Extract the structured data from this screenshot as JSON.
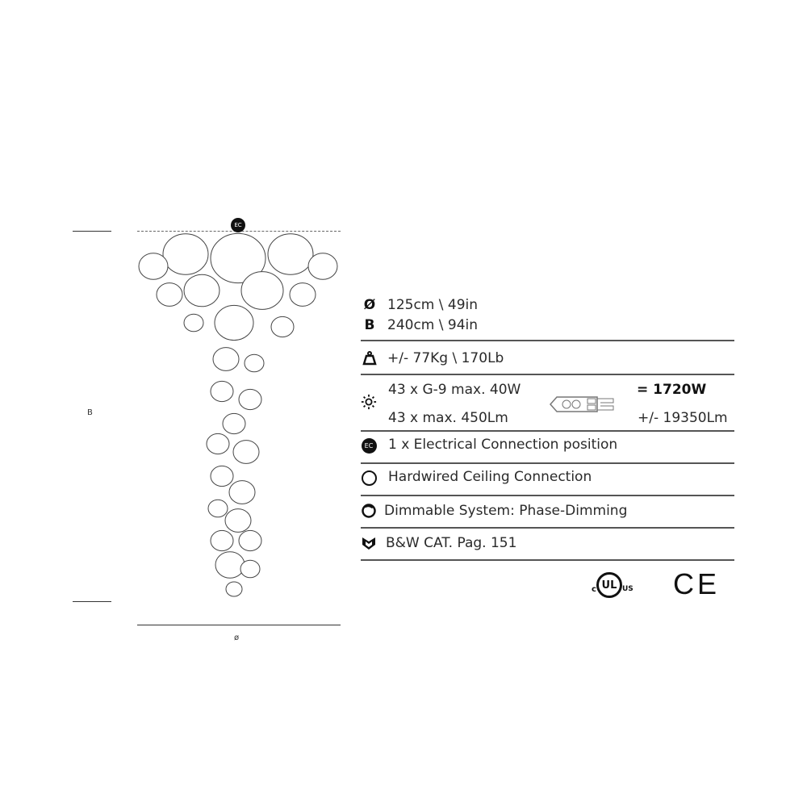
{
  "drawing": {
    "height_label": "B",
    "diameter_label": "ø",
    "ec_marker": "EC"
  },
  "specs": {
    "diameter": {
      "symbol": "Ø",
      "value": "125cm \\ 49in"
    },
    "height": {
      "symbol": "B",
      "value": "240cm \\ 94in"
    },
    "weight": {
      "icon": "weight-icon",
      "value": "+/- 77Kg \\ 170Lb"
    },
    "bulbs": {
      "icon": "light-icon",
      "line1": "43 x G-9 max. 40W",
      "line2": "43 x max. 450Lm",
      "total_watts": "= 1720W",
      "total_lumen": "+/- 19350Lm"
    },
    "electrical": {
      "icon_text": "EC",
      "value": "1 x Electrical Connection position"
    },
    "ceiling": {
      "icon": "circle-icon",
      "value": "Hardwired Ceiling Connection"
    },
    "dimming": {
      "icon": "dimmer-icon",
      "value": "Dimmable System: Phase-Dimming"
    },
    "catalog": {
      "icon": "bw-logo-icon",
      "value": "B&W CAT. Pag. 151"
    }
  },
  "certifications": {
    "ul": {
      "c": "c",
      "mark": "UL",
      "us": "US"
    },
    "ce": "CE"
  }
}
